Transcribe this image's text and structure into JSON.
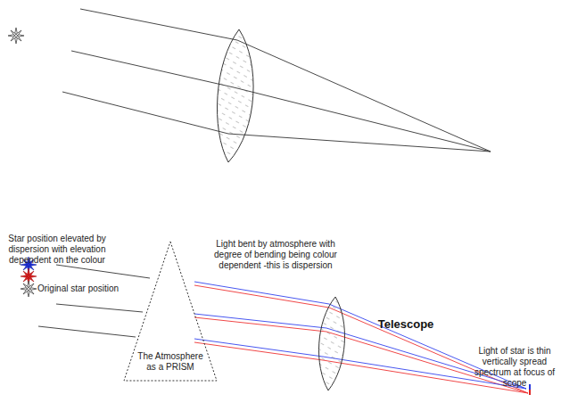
{
  "diagram": {
    "nodes": [
      {
        "text": [
          "The Atmosphere as a PRISM"
        ]
      }
    ],
    "labels": [
      "Star position elevated by dispersion with elevation dependent on the colour",
      "Original star position",
      "Light bent by atmosphere with degree of bending being colour dependent -this is dispersion",
      "Telescope",
      "Light of star is thin vertically spread spectrum at focus of scope"
    ]
  }
}
